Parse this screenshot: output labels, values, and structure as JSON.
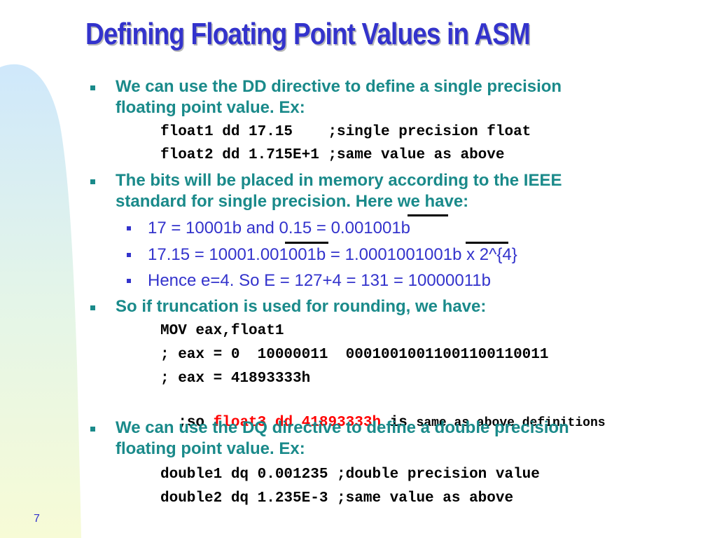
{
  "slide": {
    "title": "Defining Floating Point Values in ASM",
    "page_number": "7"
  },
  "b1": {
    "text_line1": "We can use the DD directive to define a single precision",
    "text_line2": "floating point value. Ex:",
    "code1": "float1 dd 17.15    ;single precision float",
    "code2": "float2 dd 1.715E+1 ;same value as above"
  },
  "b2": {
    "text_line1": "The bits will be placed in memory according to the IEEE",
    "text_line2": "standard for single precision. Here we have:",
    "sub1": "17 = 10001b and 0.15 = 0.001001b",
    "sub2": "17.15 = 10001.001001b = 1.0001001001b x 2^{4}",
    "sub3": "Hence e=4. So E = 127+4 = 131 = 10000011b"
  },
  "b3": {
    "text_line1": "So if truncation is used for rounding, we have:",
    "code1": "MOV eax,float1",
    "code2": "; eax = 0  10000011  00010010011001100110011",
    "code3": "; eax = 41893333h",
    "code4_a": ";so ",
    "code4_red": "float3 dd 41893333h",
    "code4_b": " is ",
    "code4_c": "same as above definitions"
  },
  "b4": {
    "text_line1": "We can use the DQ directive to define a double precision",
    "text_line2": "floating point value. Ex:",
    "code1": "double1 dq 0.001235 ;double precision value",
    "code2": "double2 dq 1.235E-3 ;same value as above"
  },
  "colors": {
    "title": "#3333cc",
    "level1_text": "#1a8a8a",
    "level2_text": "#3333cc",
    "highlight": "#ff0000",
    "swoosh": "#e6f2d6"
  }
}
